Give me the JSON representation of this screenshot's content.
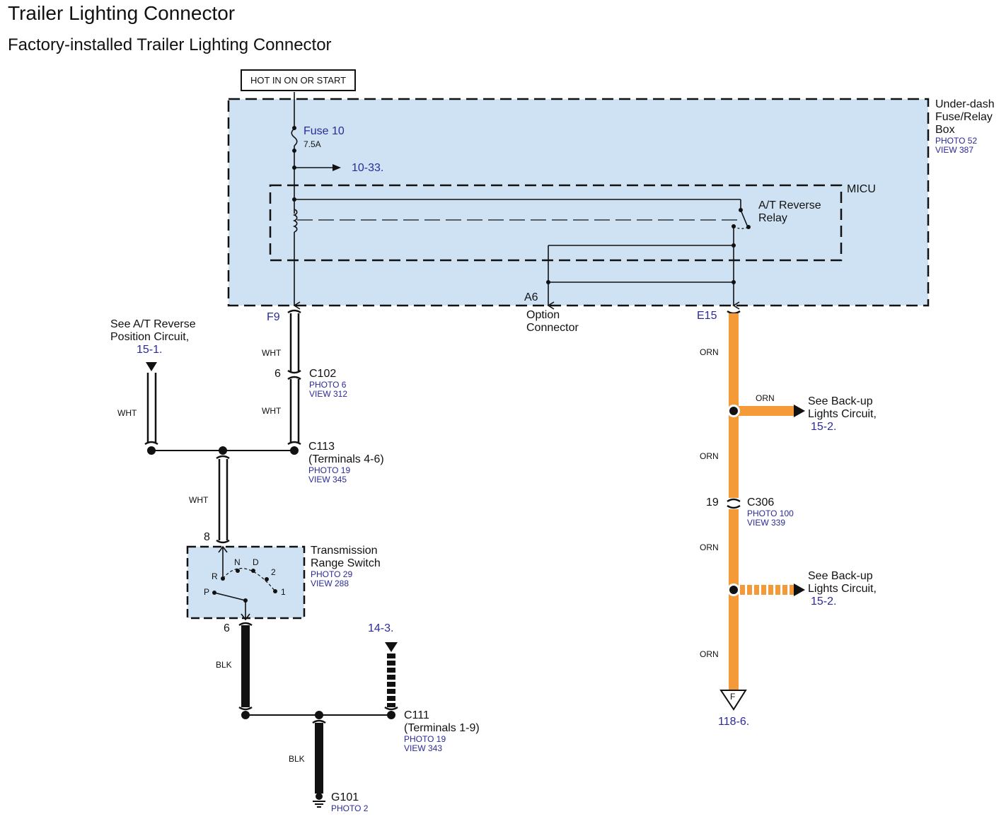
{
  "header": {
    "title": "Trailer Lighting Connector",
    "subtitle": "Factory-installed Trailer Lighting Connector"
  },
  "colors": {
    "box_fill": "#cfe2f3",
    "orange_wire": "#f59a38",
    "ref_blue": "#2a2a9a",
    "black": "#111111"
  },
  "power_source": {
    "label": "HOT IN ON OR START"
  },
  "fuse_box": {
    "name_lines": [
      "Under-dash",
      "Fuse/Relay",
      "Box"
    ],
    "photo": "PHOTO 52",
    "view": "VIEW 387",
    "fuse": {
      "name": "Fuse 10",
      "rating": "7.5A"
    },
    "branch_ref": "10-33.",
    "micu": {
      "label": "MICU",
      "relay_lines": [
        "A/T Reverse",
        "Relay"
      ]
    },
    "terminals": {
      "left": "F9",
      "middle": "A6",
      "right": "E15"
    },
    "option_connector_lines": [
      "Option",
      "Connector"
    ]
  },
  "left_circuit": {
    "wire_top": "WHT",
    "c102": {
      "pin": "6",
      "name": "C102",
      "photo": "PHOTO 6",
      "view": "VIEW 312"
    },
    "wire_mid": "WHT",
    "c113": {
      "name": "C113",
      "terminals": "(Terminals 4-6)",
      "photo": "PHOTO 19",
      "view": "VIEW 345"
    },
    "see_reverse": {
      "lines": [
        "See A/T Reverse",
        "Position Circuit,"
      ],
      "ref": "15-1."
    },
    "wire_see_reverse": "WHT",
    "wire_to_switch": "WHT",
    "switch": {
      "pin_in": "8",
      "name_lines": [
        "Transmission",
        "Range Switch"
      ],
      "photo": "PHOTO 29",
      "view": "VIEW 288",
      "positions": [
        "P",
        "R",
        "N",
        "D",
        "2",
        "1"
      ],
      "pin_out": "6"
    },
    "wire_blk_1": "BLK",
    "ref_14_3": "14-3.",
    "c111": {
      "name": "C111",
      "terminals": "(Terminals 1-9)",
      "photo": "PHOTO 19",
      "view": "VIEW 343"
    },
    "wire_blk_2": "BLK",
    "ground": {
      "name": "G101",
      "photo": "PHOTO 2"
    }
  },
  "right_circuit": {
    "wire_1": "ORN",
    "branch_1": {
      "wire": "ORN",
      "lines": [
        "See Back-up",
        "Lights Circuit,"
      ],
      "ref": "15-2."
    },
    "wire_2": "ORN",
    "c306": {
      "pin": "19",
      "name": "C306",
      "photo": "PHOTO 100",
      "view": "VIEW 339"
    },
    "wire_3": "ORN",
    "branch_2": {
      "lines": [
        "See Back-up",
        "Lights Circuit,"
      ],
      "ref": "15-2."
    },
    "wire_4": "ORN",
    "terminal": {
      "letter": "F",
      "ref": "118-6."
    }
  }
}
